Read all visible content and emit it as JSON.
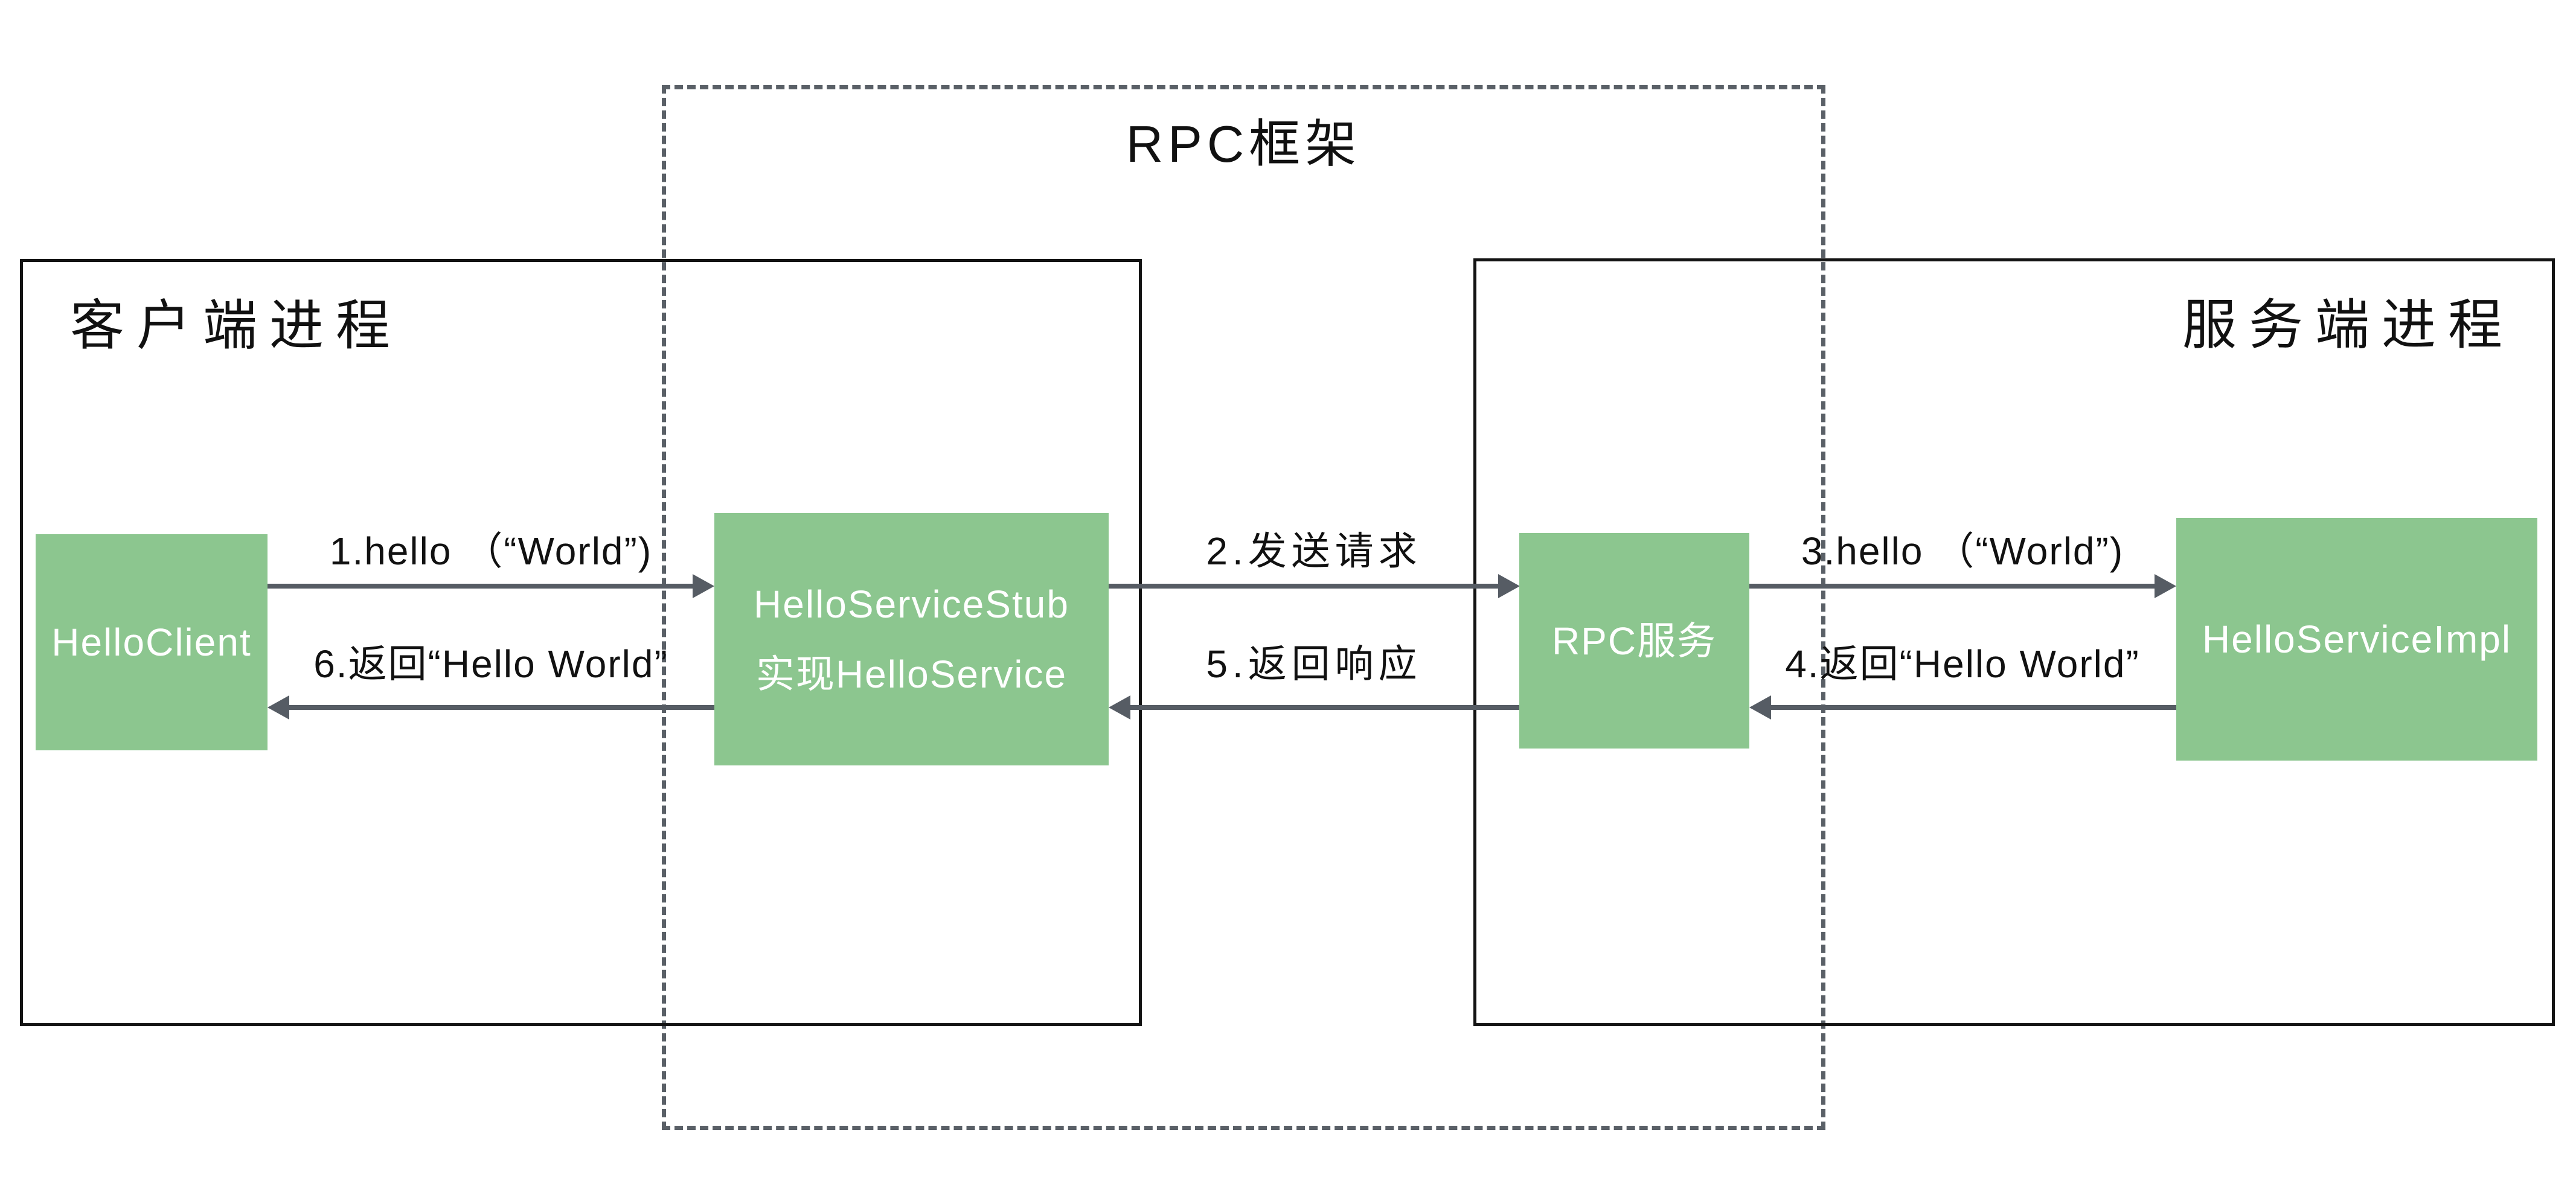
{
  "diagram": {
    "frame_title": "RPC框架",
    "client_process": {
      "label": "客户端进程"
    },
    "server_process": {
      "label": "服务端进程"
    },
    "nodes": {
      "client": "HelloClient",
      "stub_line1": "HelloServiceStub",
      "stub_line2": "实现HelloService",
      "rpc_service": "RPC服务",
      "impl": "HelloServiceImpl"
    },
    "arrows": {
      "a1": "1.hello （“World”)",
      "a2": "2.发送请求",
      "a3": "3.hello （“World”)",
      "a4": "4.返回“Hello World”",
      "a5": "5.返回响应",
      "a6": "6.返回“Hello World”"
    },
    "colors": {
      "node_fill": "#8CC68F",
      "arrow": "#565C64",
      "dashed_border": "#5A6067",
      "solid_border": "#131313",
      "text": "#111111",
      "node_text": "#ffffff"
    }
  }
}
